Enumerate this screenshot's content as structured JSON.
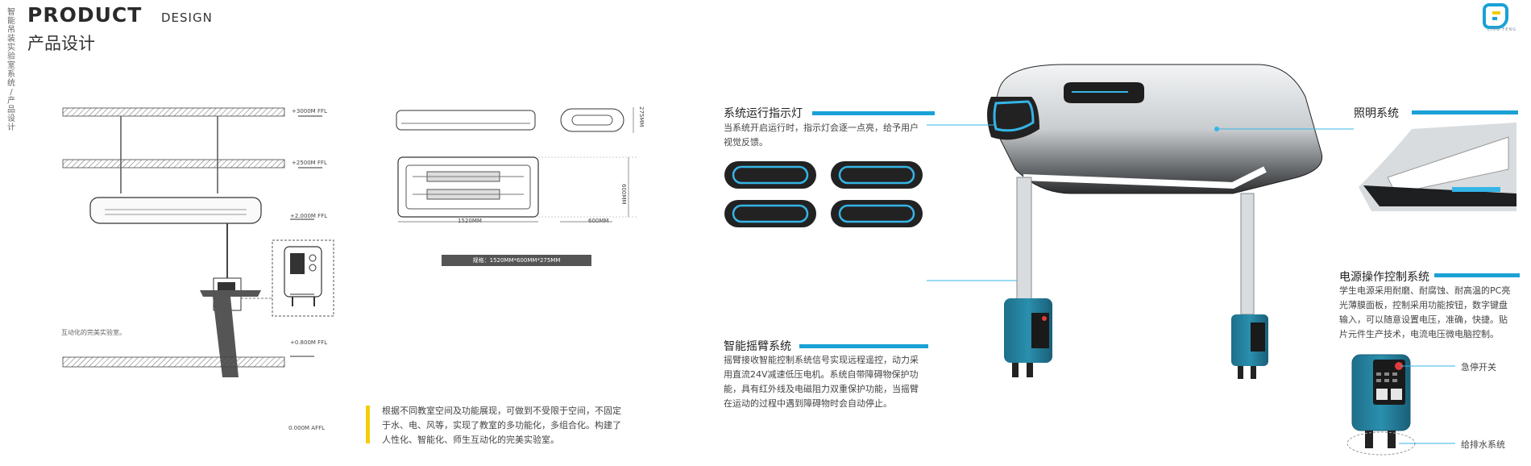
{
  "header": {
    "vertical_label": "智能吊装实验室系统 / 产品设计",
    "title_en_main": "PRODUCT",
    "title_en_sub": "DESIGN",
    "title_cn": "产品设计",
    "logo_text": "LING FENG"
  },
  "drawing": {
    "levels": [
      "+3000M  FFL",
      "+2500M  FFL",
      "+2.000M FFL",
      "+0.800M  FFL",
      "0.000M  AFFL"
    ],
    "caption": "互动化的完美实验室。",
    "dim_width": "1520MM",
    "dim_depth": "600MM",
    "dim_depth_vertical": "600MM",
    "dim_height_vertical": "275MM",
    "spec": "规格：1520MM*600MM*275MM"
  },
  "intro": {
    "lines": [
      "根据不同教室空间及功能展现，可做到不受限于空间，不固定",
      "于水、电、风等，实现了教室的多功能化，多组合化。构建了",
      "人性化、智能化、师生互动化的完美实验室。"
    ]
  },
  "features": {
    "indicator": {
      "title": "系统运行指示灯",
      "lines": [
        "当系统开启运行时，指示灯会逐一点亮，给予用户",
        "视觉反馈。"
      ]
    },
    "arm": {
      "title": "智能摇臂系统",
      "lines": [
        "摇臂接收智能控制系统信号实现远程遥控，动力采",
        "用直流24V减速低压电机。系统自带障碍物保护功",
        "能，具有红外线及电磁阻力双重保护功能，当摇臂",
        "在运动的过程中遇到障碍物时会自动停止。"
      ]
    },
    "lighting": {
      "title": "照明系统"
    },
    "power": {
      "title": "电源操作控制系统",
      "lines": [
        "学生电源采用耐磨、耐腐蚀、耐高温的PC亮",
        "光薄膜面板，控制采用功能按钮，数字键盘",
        "输入，可以随意设置电压，准确，快捷。贴",
        "片元件生产技术，电流电压微电脑控制。"
      ]
    },
    "callouts": {
      "estop": "急停开关",
      "water": "给排水系统"
    }
  },
  "colors": {
    "accent_blue": "#1ba1d6",
    "accent_yellow": "#f2cc0d",
    "product_teal": "#2a8fae"
  }
}
